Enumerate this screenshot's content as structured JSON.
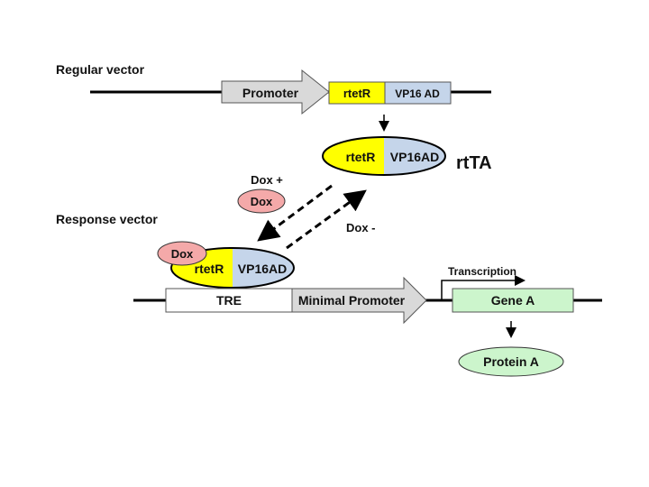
{
  "labels": {
    "regular_vector": "Regular vector",
    "response_vector": "Response vector",
    "rtta": "rtTA",
    "dox_plus": "Dox +",
    "dox_minus": "Dox -",
    "transcription": "Transcription"
  },
  "regular_vector": {
    "promoter": "Promoter",
    "rtetR": "rtetR",
    "vp16": "VP16 AD"
  },
  "rtta_protein": {
    "rtetR": "rtetR",
    "vp16": "VP16AD"
  },
  "dox_free": "Dox",
  "bound_complex": {
    "dox": "Dox",
    "rtetR": "rtetR",
    "vp16": "VP16AD"
  },
  "response_vector": {
    "tre": "TRE",
    "minimal_promoter": "Minimal Promoter",
    "gene": "Gene A"
  },
  "protein": "Protein A",
  "colors": {
    "yellow": "#ffff00",
    "blue": "#c5d5ea",
    "gray": "#d9d9d9",
    "pink": "#f4a9a9",
    "green": "#ccf5cc"
  }
}
